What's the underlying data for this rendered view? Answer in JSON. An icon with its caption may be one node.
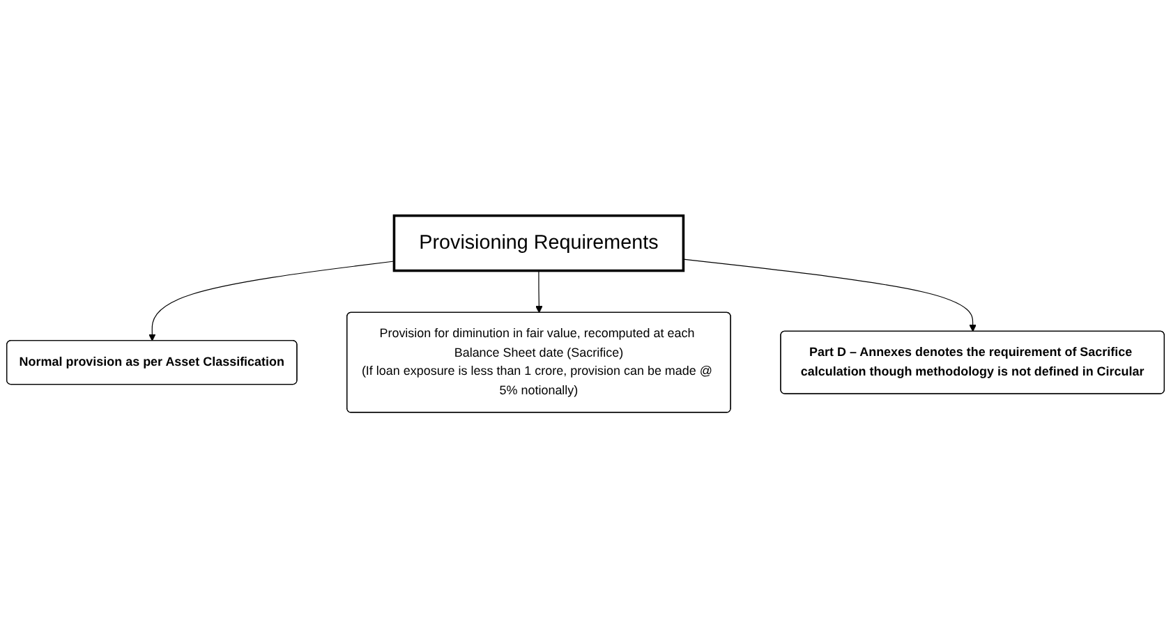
{
  "diagram": {
    "nodes": [
      {
        "text": [
          "Provisioning Requirements"
        ]
      },
      {
        "text": [
          "Normal provision as per Asset Classification"
        ]
      },
      {
        "text": [
          "Provision for diminution in fair value, recomputed at each Balance Sheet date (Sacrifice)",
          "(If loan exposure is less than 1 crore, provision can be made @ 5% notionally)"
        ]
      },
      {
        "text": [
          "Part D – Annexes denotes the requirement of Sacrifice calculation though methodology is not defined in Circular"
        ]
      }
    ],
    "edges": [
      {
        "from": 0,
        "to": 1,
        "arrow": "to"
      },
      {
        "from": 0,
        "to": 2,
        "arrow": "to"
      },
      {
        "from": 0,
        "to": 3,
        "arrow": "to"
      }
    ]
  }
}
